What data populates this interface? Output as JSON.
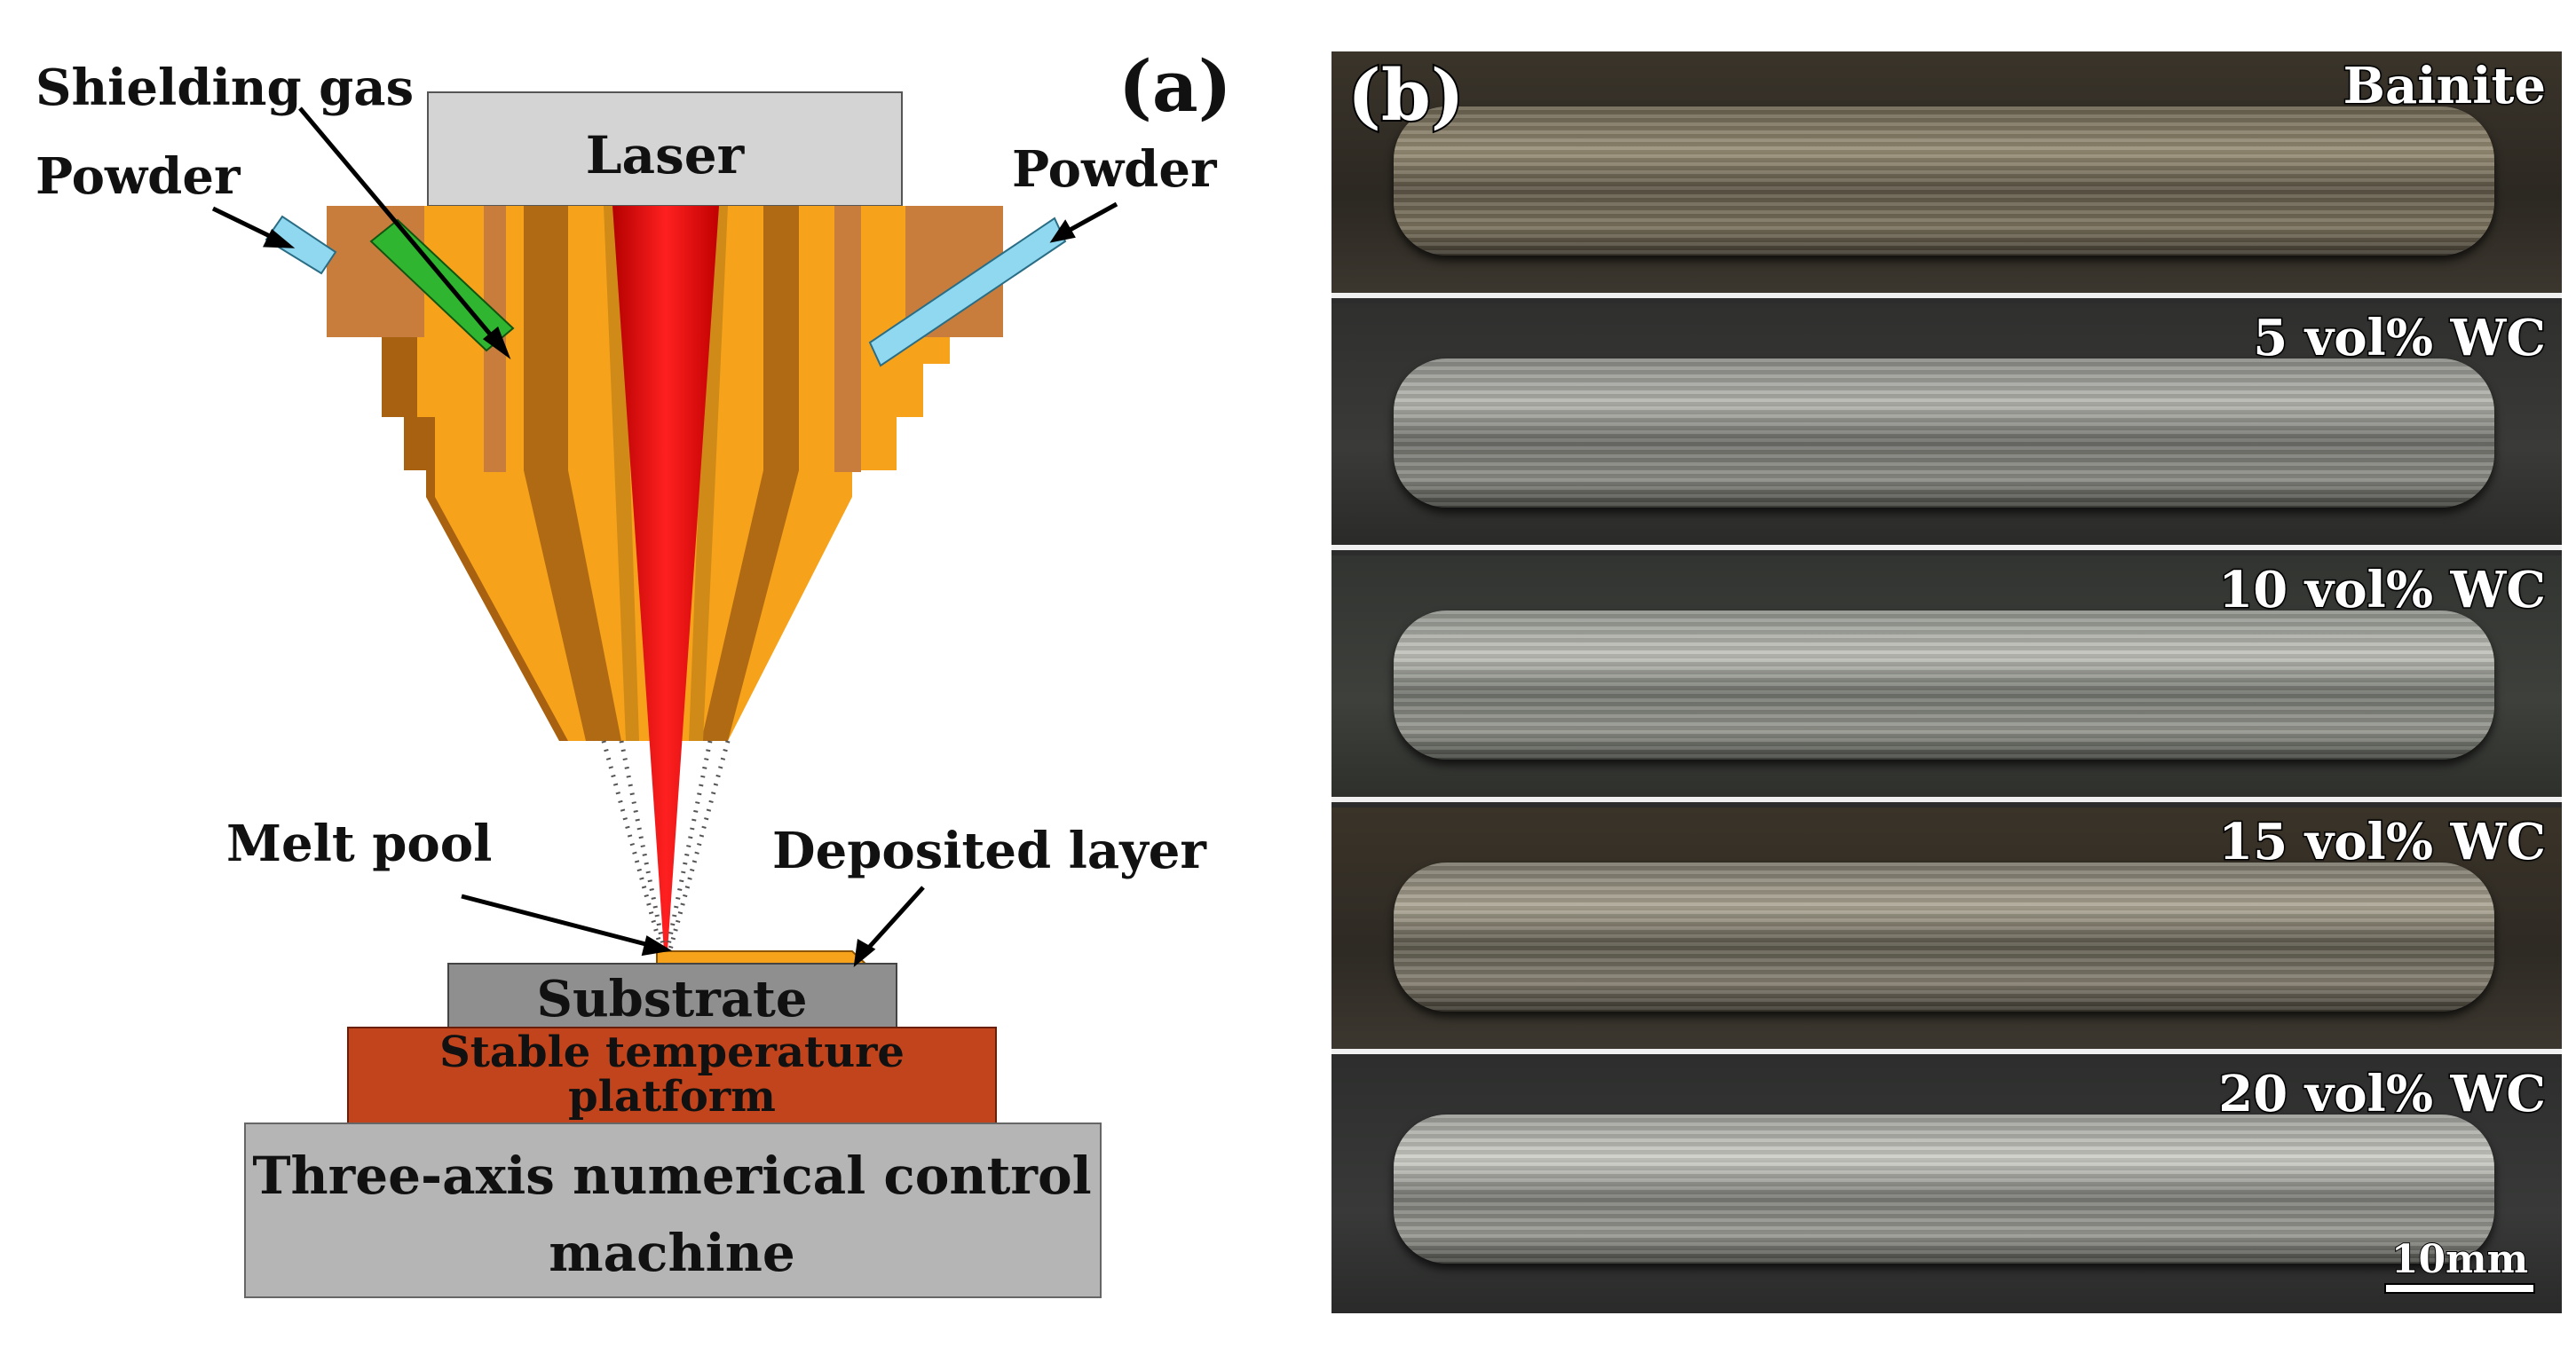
{
  "panel_a": {
    "panel_label": "(a)",
    "labels": {
      "laser": "Laser",
      "shielding_gas": "Shielding gas",
      "powder_left": "Powder",
      "powder_right": "Powder",
      "melt_pool": "Melt pool",
      "deposited_layer": "Deposited layer",
      "substrate": "Substrate",
      "platform_line1": "Stable temperature",
      "platform_line2": "platform",
      "machine_line1": "Three-axis numerical control",
      "machine_line2": "machine"
    },
    "colors": {
      "laser_box": "#d4d4d4",
      "nozzle": "#f7a21b",
      "nozzle_dark": "#b06a14",
      "nozzle_side": "#c97d3d",
      "laser_beam": "#ff1a1a",
      "shielding_gas_tube": "#2fb52f",
      "powder_tube": "#8fd8f0",
      "substrate": "#8f8f8f",
      "platform": "#c1441c",
      "machine": "#b5b5b5",
      "deposit": "#f7a21b"
    }
  },
  "panel_b": {
    "panel_label": "(b)",
    "samples": [
      {
        "label": "Bainite"
      },
      {
        "label": "5 vol% WC"
      },
      {
        "label": "10 vol% WC"
      },
      {
        "label": "15 vol% WC"
      },
      {
        "label": "20 vol% WC"
      }
    ],
    "scale_bar": "10mm"
  }
}
